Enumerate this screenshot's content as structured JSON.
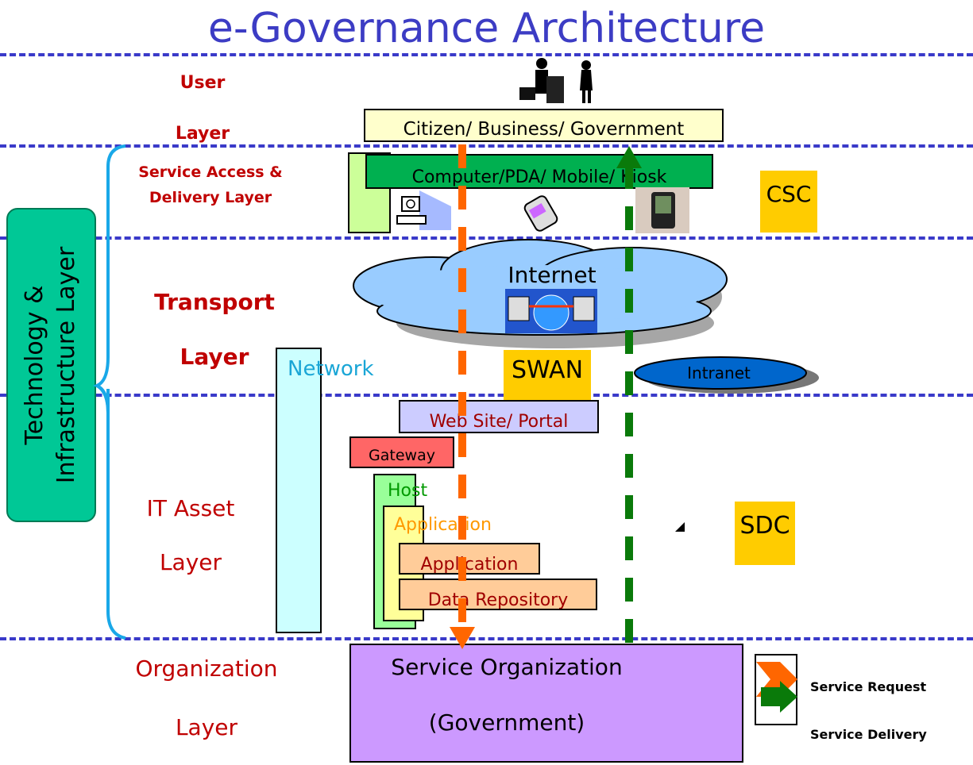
{
  "title": "e-Governance Architecture",
  "layers": {
    "user": [
      "User",
      "Layer"
    ],
    "service_access": [
      "Service Access &",
      "Delivery Layer"
    ],
    "transport": [
      "Transport",
      "Layer"
    ],
    "it_asset": [
      "IT Asset",
      "Layer"
    ],
    "organization": [
      "Organization",
      "Layer"
    ]
  },
  "technology_layer": "Technology & Infrastructure Layer",
  "boxes": {
    "citizen": "Citizen/ Business/ Government",
    "devices": "Computer/PDA/ Mobile/ Kiosk",
    "csc": "CSC",
    "internet": "Internet",
    "swan": "SWAN",
    "intranet": "Intranet",
    "network": "Network",
    "website": "Web Site/ Portal",
    "gateway": "Gateway",
    "host": "Host",
    "application_server": "Application",
    "application": "Application",
    "data_repository": "Data Repository",
    "sdc": "SDC",
    "service_org_line1": "Service Organization",
    "service_org_line2": "(Government)"
  },
  "legend": {
    "request": "Service Request",
    "delivery": "Service Delivery"
  },
  "colors": {
    "request_arrow": "#ff6600",
    "delivery_arrow": "#0a7a0a",
    "divider": "#3a3ac9"
  }
}
